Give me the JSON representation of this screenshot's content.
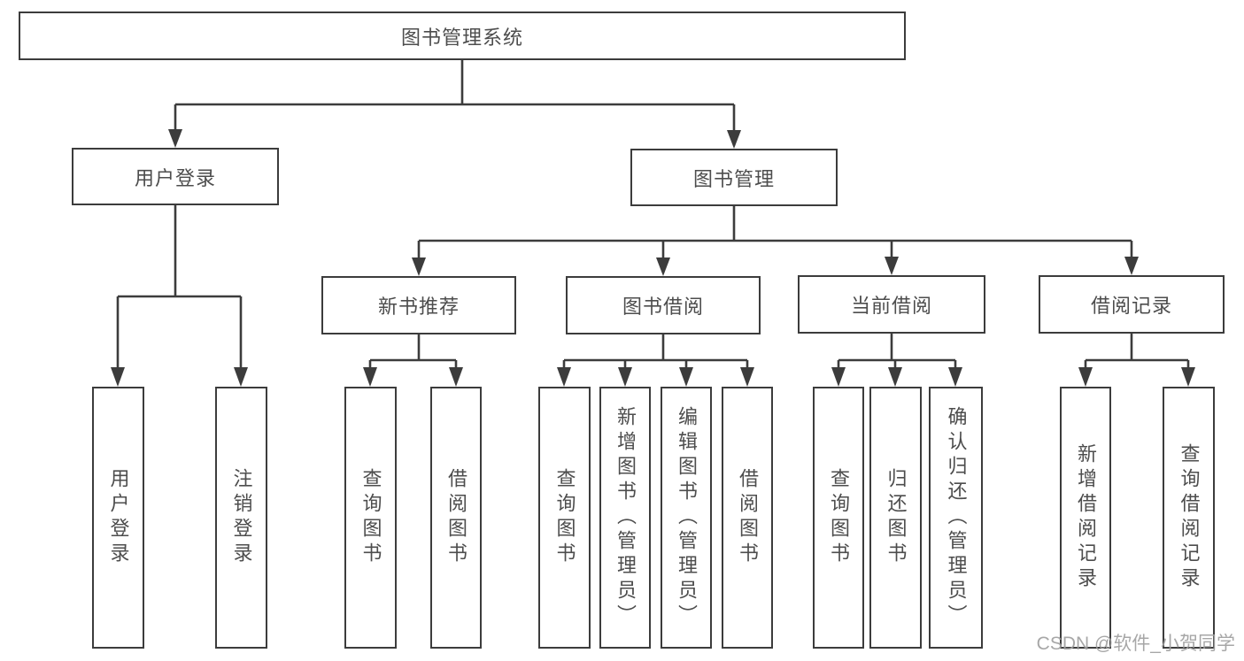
{
  "tree": {
    "label": "图书管理系统",
    "children": [
      {
        "label": "用户登录",
        "children": [
          {
            "label": "用户登录"
          },
          {
            "label": "注销登录"
          }
        ]
      },
      {
        "label": "图书管理",
        "children": [
          {
            "label": "新书推荐",
            "children": [
              {
                "label": "查询图书"
              },
              {
                "label": "借阅图书"
              }
            ]
          },
          {
            "label": "图书借阅",
            "children": [
              {
                "label": "查询图书"
              },
              {
                "label": "新增图书（管理员）"
              },
              {
                "label": "编辑图书（管理员）"
              },
              {
                "label": "借阅图书"
              }
            ]
          },
          {
            "label": "当前借阅",
            "children": [
              {
                "label": "查询图书"
              },
              {
                "label": "归还图书"
              },
              {
                "label": "确认归还（管理员）"
              }
            ]
          },
          {
            "label": "借阅记录",
            "children": [
              {
                "label": "新增借阅记录"
              },
              {
                "label": "查询借阅记录"
              }
            ]
          }
        ]
      }
    ]
  },
  "watermark": {
    "text": "CSDN @软件_小贺同学"
  },
  "colors": {
    "line": "#3c3c3c",
    "text": "#4d4d4d",
    "box_fill": "#ffffff",
    "background": "#ffffff",
    "watermark": "#a0a0a0"
  }
}
